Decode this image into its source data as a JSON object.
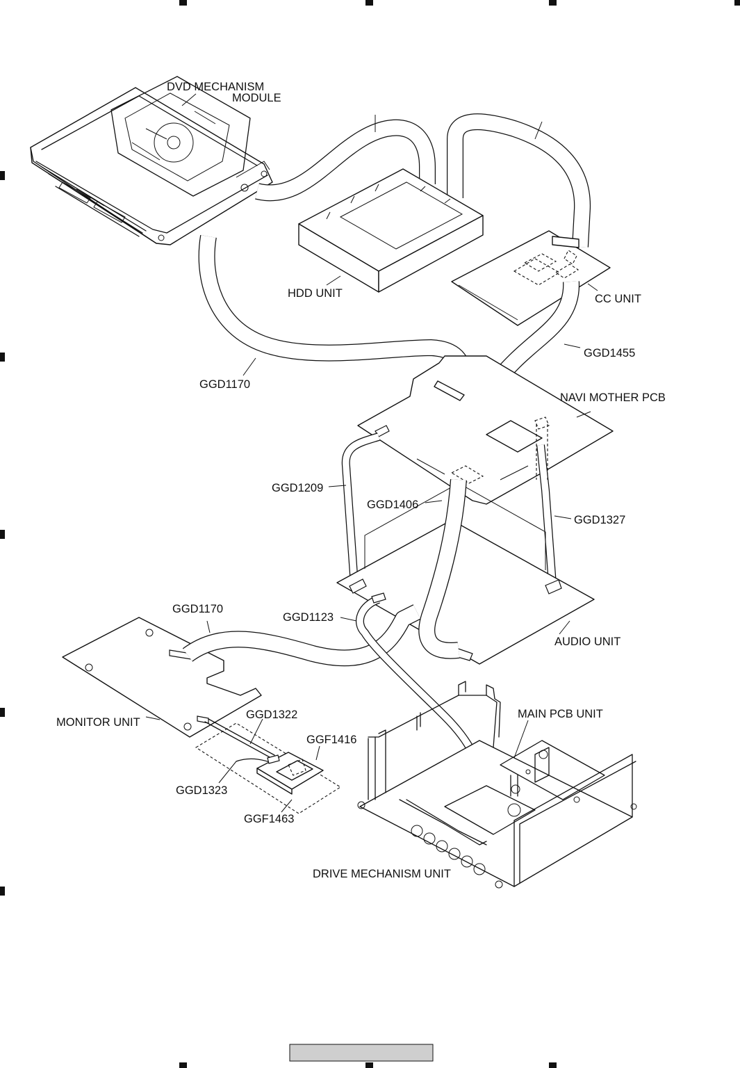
{
  "labels": {
    "dvd_mechanism_line1": "DVD MECHANISM",
    "dvd_mechanism_line2": "MODULE",
    "hdd_unit": "HDD UNIT",
    "cc_unit": "CC UNIT",
    "ggd1455": "GGD1455",
    "ggd1170_top": "GGD1170",
    "navi_mother_pcb": "NAVI MOTHER PCB",
    "ggd1209": "GGD1209",
    "ggd1406": "GGD1406",
    "ggd1327": "GGD1327",
    "ggd1170_bottom": "GGD1170",
    "ggd1123": "GGD1123",
    "audio_unit": "AUDIO UNIT",
    "monitor_unit": "MONITOR UNIT",
    "ggd1322": "GGD1322",
    "ggf1416": "GGF1416",
    "main_pcb_unit": "MAIN PCB UNIT",
    "ggd1323": "GGD1323",
    "ggf1463": "GGF1463",
    "drive_mechanism_unit": "DRIVE MECHANISM UNIT"
  },
  "footer": {
    "page_box_text": ""
  }
}
